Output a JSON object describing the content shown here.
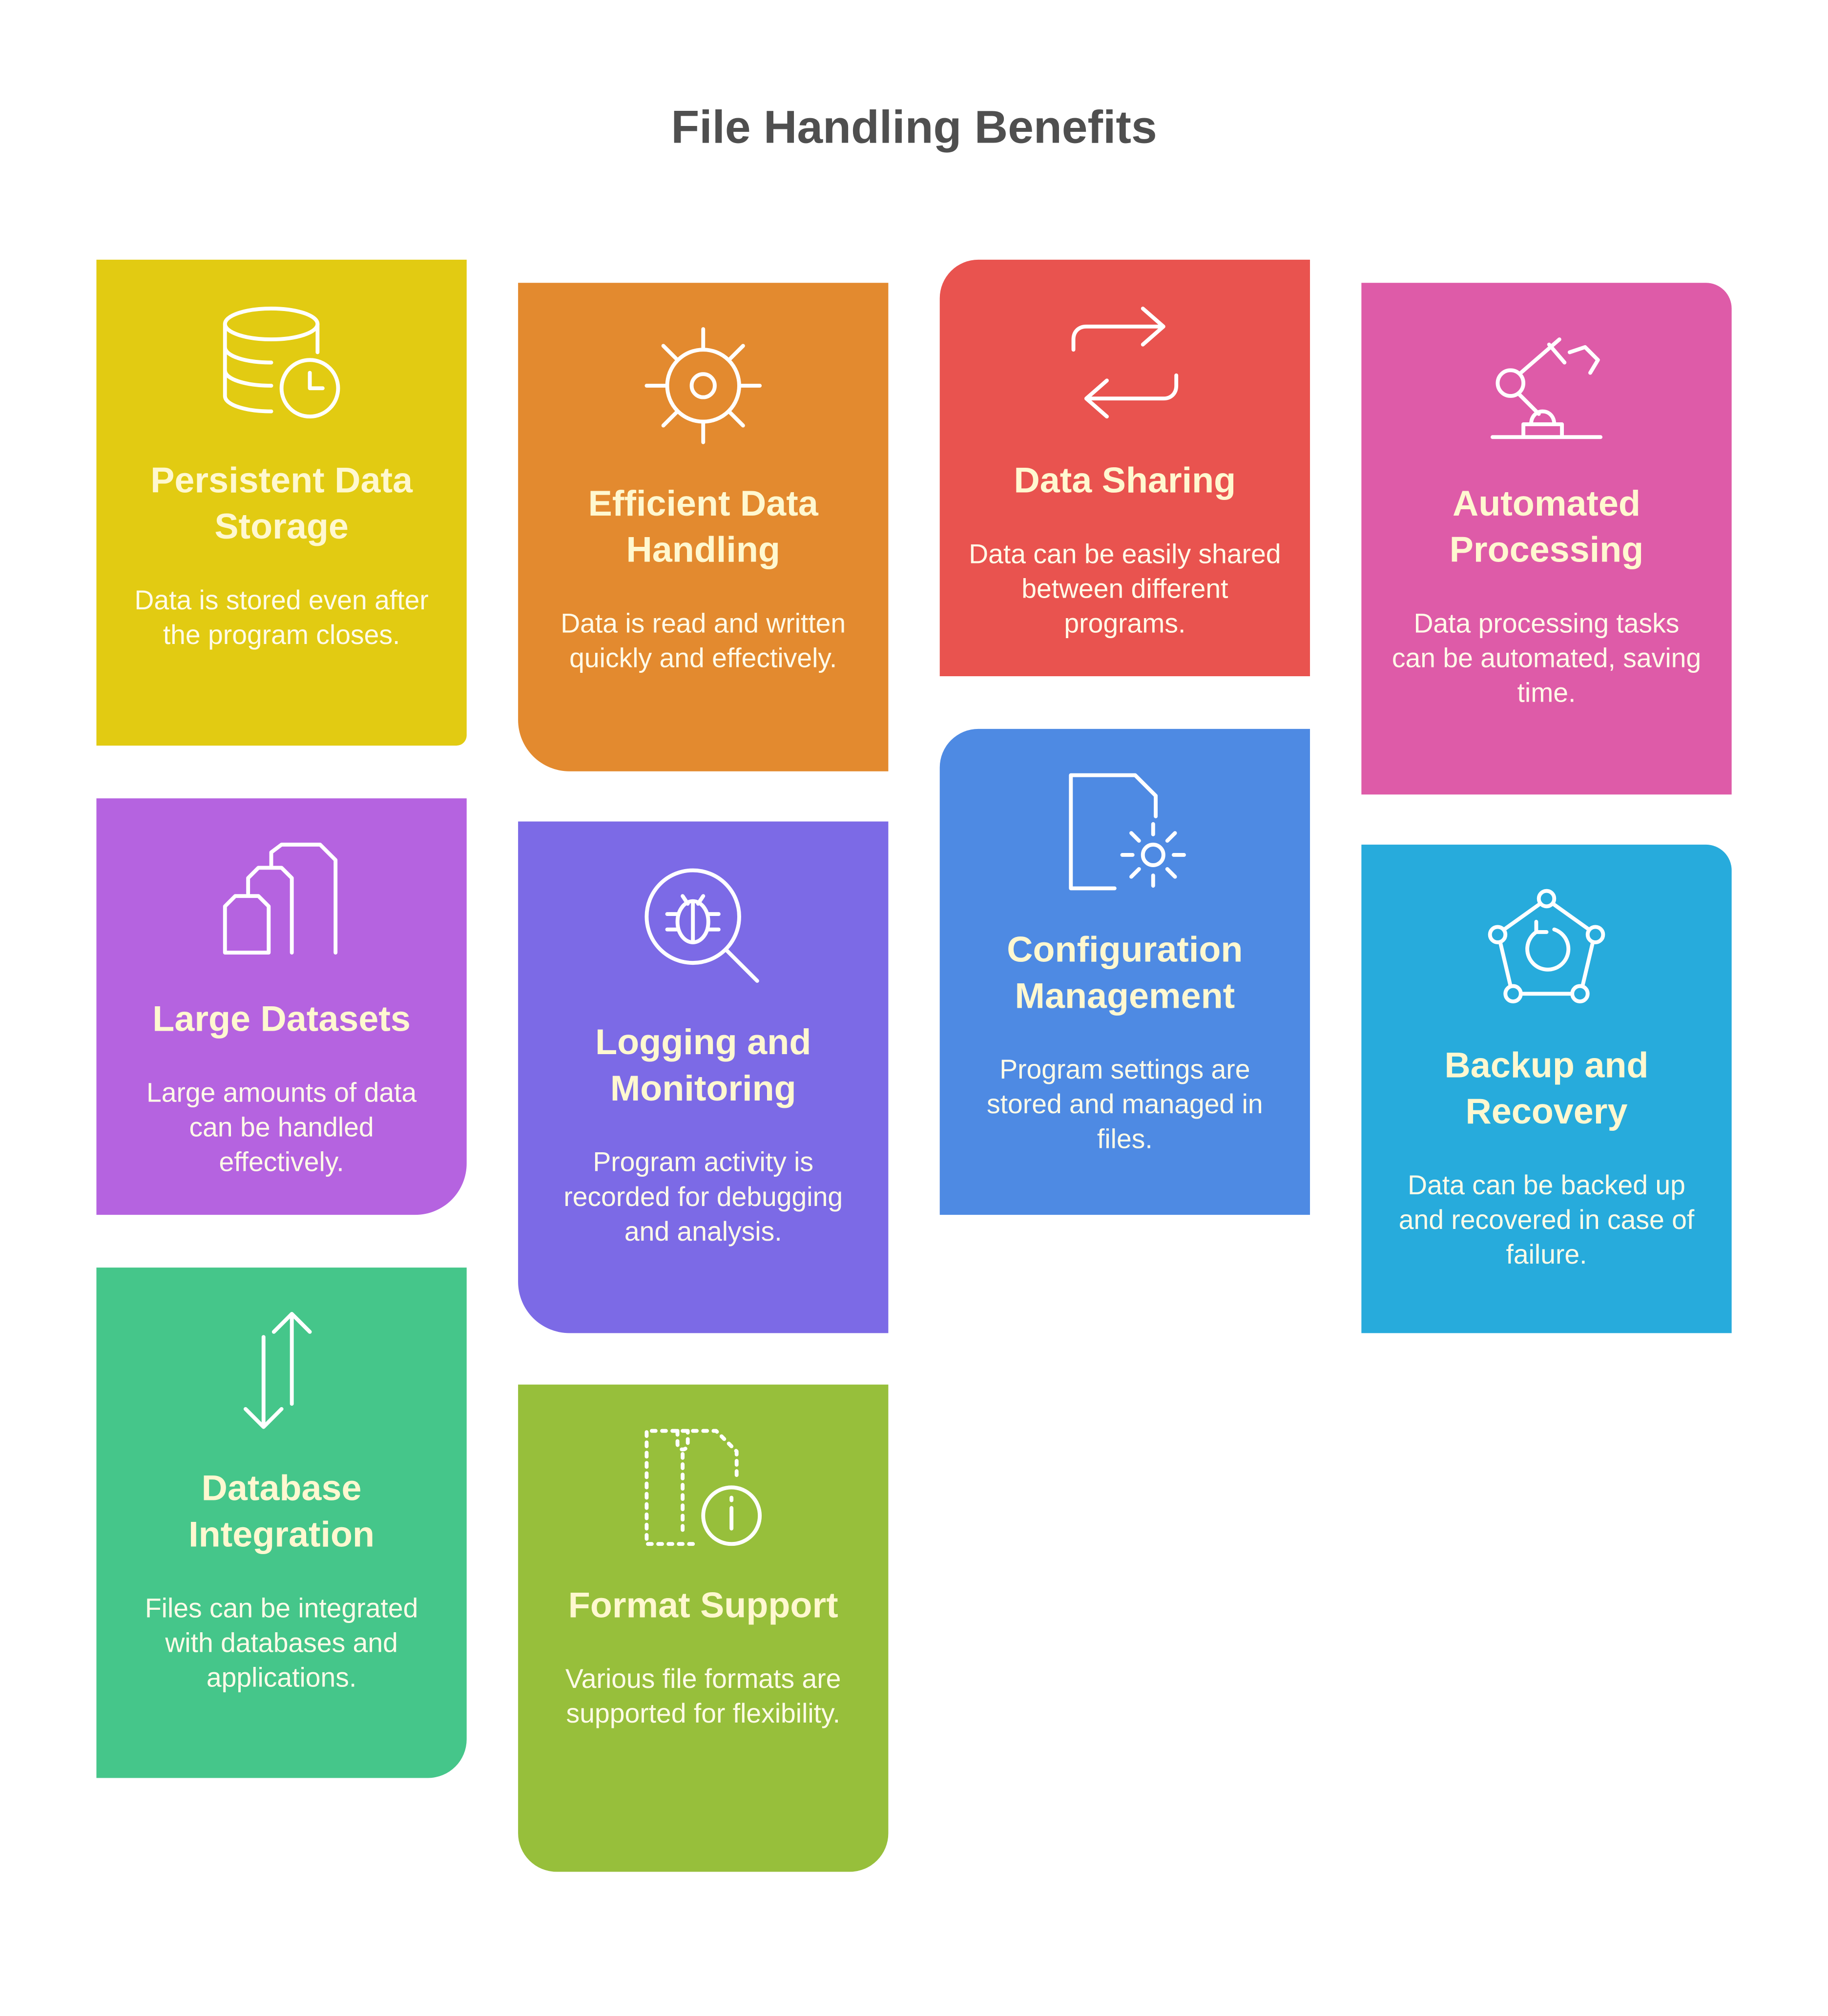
{
  "title": "File Handling Benefits",
  "cards": [
    {
      "title": "Persistent Data Storage",
      "desc": "Data is stored even after the program closes.",
      "icon": "database-clock-icon",
      "color": "#E2CB12"
    },
    {
      "title": "Efficient Data Handling",
      "desc": "Data is read and written quickly and effectively.",
      "icon": "sun-gear-icon",
      "color": "#E38A2F"
    },
    {
      "title": "Data Sharing",
      "desc": "Data can be easily shared between different programs.",
      "icon": "swap-arrows-icon",
      "color": "#E9534F"
    },
    {
      "title": "Automated Processing",
      "desc": "Data processing tasks can be automated, saving time.",
      "icon": "robot-arm-icon",
      "color": "#DE5BA8"
    },
    {
      "title": "Large Datasets",
      "desc": "Large amounts of data can be handled effectively.",
      "icon": "stacked-files-icon",
      "color": "#B563E0"
    },
    {
      "title": "Logging and Monitoring",
      "desc": "Program activity is recorded for debugging and analysis.",
      "icon": "bug-search-icon",
      "color": "#7C6AE6"
    },
    {
      "title": "Configuration Management",
      "desc": "Program settings are stored and managed in files.",
      "icon": "file-gear-icon",
      "color": "#4E8AE3"
    },
    {
      "title": "Backup and Recovery",
      "desc": "Data can be backed up and recovered in case of failure.",
      "icon": "recovery-network-icon",
      "color": "#27ABDC"
    },
    {
      "title": "Database Integration",
      "desc": "Files can be integrated with databases and applications.",
      "icon": "up-down-arrows-icon",
      "color": "#45C68A"
    },
    {
      "title": "Format Support",
      "desc": "Various file formats are supported for flexibility.",
      "icon": "zip-file-info-icon",
      "color": "#97BF3B"
    }
  ]
}
